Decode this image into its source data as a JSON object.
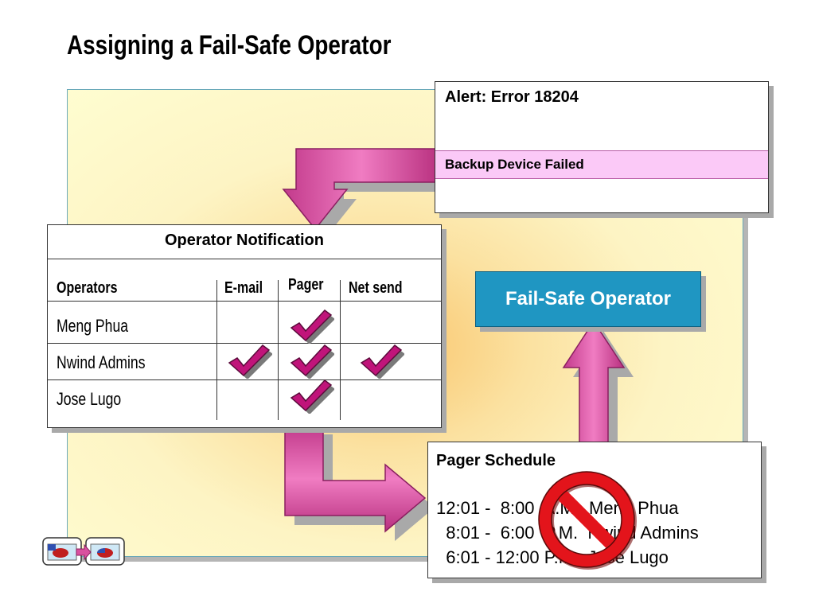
{
  "title": "Assigning a Fail-Safe Operator",
  "alert": {
    "title": "Alert: Error 18204",
    "message": "Backup Device Failed"
  },
  "operator_notification": {
    "title": "Operator Notification",
    "columns": [
      "Operators",
      "E-mail",
      "Pager",
      "Net send"
    ],
    "rows": [
      {
        "name": "Meng Phua",
        "email": false,
        "pager": true,
        "net_send": false
      },
      {
        "name": "Nwind Admins",
        "email": true,
        "pager": true,
        "net_send": true
      },
      {
        "name": "Jose Lugo",
        "email": false,
        "pager": true,
        "net_send": false
      }
    ]
  },
  "failsafe": {
    "label": "Fail-Safe Operator"
  },
  "pager_schedule": {
    "title": "Pager Schedule",
    "lines": [
      "12:01 -  8:00  A.M.  Meng Phua",
      "  8:01 -  6:00  P.M.  Nwind Admins",
      "  6:01 - 12:00 P.M.  Jose Lugo"
    ]
  },
  "colors": {
    "arrow": "#d9509f",
    "failsafe_bg": "#1f96c2",
    "alert_band": "#fbc9f7",
    "prohibit": "#e3141b",
    "check": "#c0147a"
  },
  "icons": [
    "check-icon",
    "prohibited-icon",
    "nav-slide-icon"
  ]
}
